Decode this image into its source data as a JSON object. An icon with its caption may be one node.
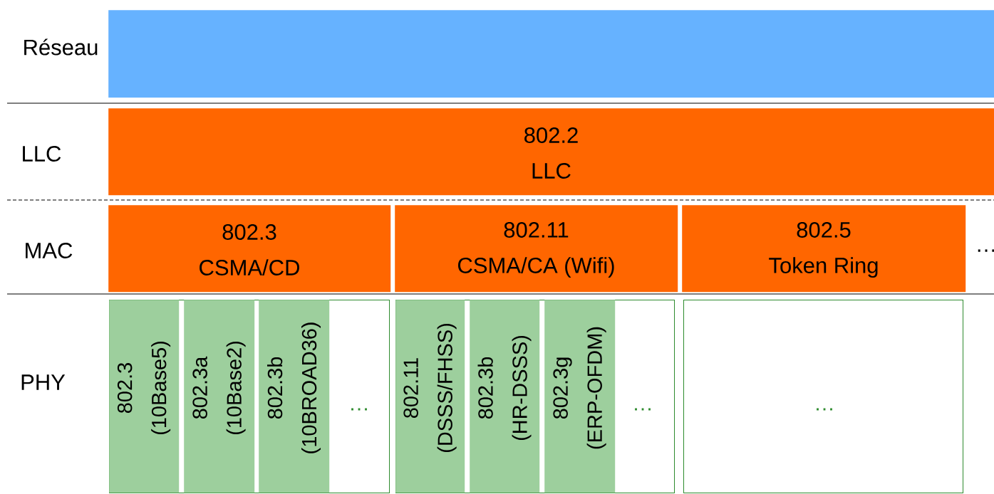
{
  "diagram": {
    "nodes": [
      {
        "text": [],
        "shape": "bar"
      },
      {
        "text": [
          "802.2",
          "LLC"
        ]
      },
      {
        "text": [
          "802.3",
          "CSMA/CD"
        ]
      },
      {
        "text": [
          "802.11",
          "CSMA/CA (Wifi)"
        ]
      },
      {
        "text": [
          "802.5",
          "Token Ring"
        ]
      },
      {
        "text": [
          "…"
        ]
      },
      {
        "text": [
          "802.3",
          "(10Base5)"
        ],
        "in": 5
      },
      {
        "text": [
          "802.3a",
          "(10Base2)"
        ],
        "in": 5
      },
      {
        "text": [
          "802.3b",
          "(10BROAD36)"
        ],
        "in": 5
      },
      {
        "text": [
          "…"
        ]
      },
      {
        "text": [
          "802.11",
          "(DSSS/FHSS)"
        ],
        "in": 9
      },
      {
        "text": [
          "802.3b",
          "(HR-DSSS)"
        ],
        "in": 9
      },
      {
        "text": [
          "802.3g",
          "(ERP-OFDM)"
        ],
        "in": 9
      },
      {
        "text": [
          "…"
        ]
      }
    ],
    "labels": [
      "Réseau",
      "LLC",
      "MAC",
      "…",
      "PHY"
    ]
  }
}
